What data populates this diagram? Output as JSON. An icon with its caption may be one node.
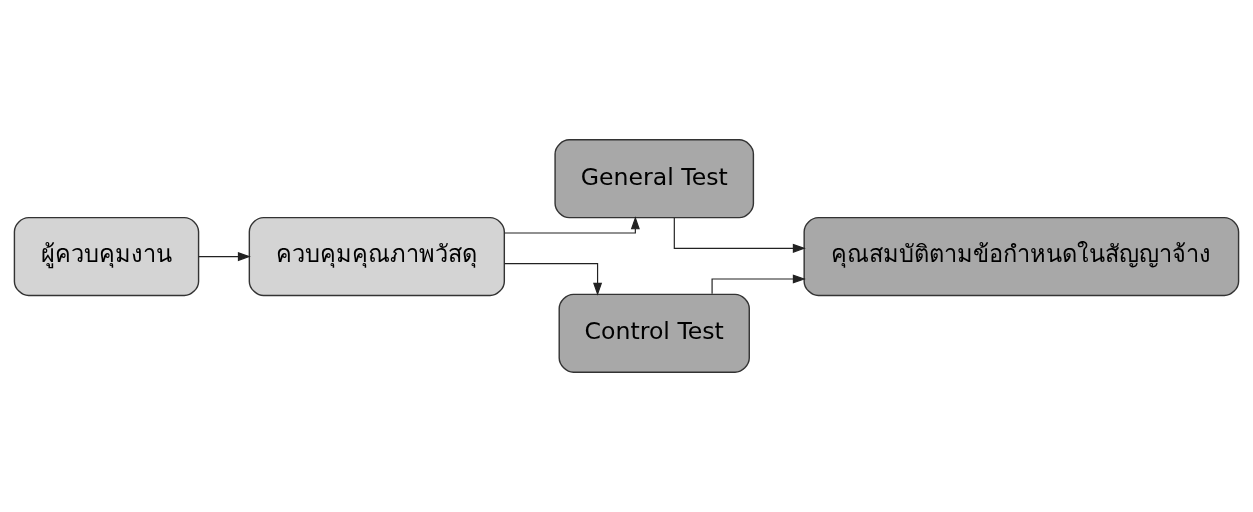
{
  "diagram": {
    "nodes": [
      {
        "text": [
          "ผู้ควบคุมงาน"
        ]
      },
      {
        "text": [
          "ควบคุมคุณภาพวัสดุ"
        ]
      },
      {
        "text": [
          "General Test"
        ]
      },
      {
        "text": [
          "Control Test"
        ]
      },
      {
        "text": [
          "คุณสมบัติตามข้อกำหนดในสัญญาจ้าง"
        ]
      }
    ],
    "edges": [
      {
        "from": 0,
        "to": 1,
        "arrow": "to"
      },
      {
        "from": 1,
        "to": 2,
        "arrow": "to"
      },
      {
        "from": 1,
        "to": 3,
        "arrow": "to"
      },
      {
        "from": 2,
        "to": 4,
        "arrow": "to"
      },
      {
        "from": 3,
        "to": 4,
        "arrow": "to"
      }
    ]
  }
}
